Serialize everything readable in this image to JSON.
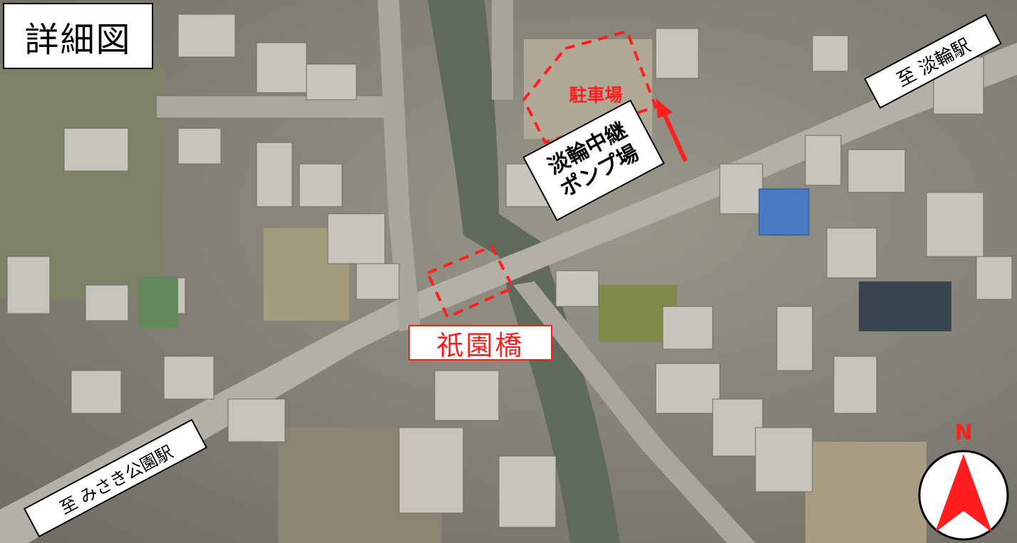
{
  "title": "詳細図",
  "direction_labels": {
    "northeast": "至 淡輪駅",
    "southwest": "至 みさき公園駅"
  },
  "facility": {
    "line1": "淡輪中継",
    "line2": "ポンプ場"
  },
  "parking": {
    "label": "駐車場"
  },
  "bridge": {
    "label": "祇園橋"
  },
  "compass": {
    "label": "N"
  },
  "colors": {
    "highlight_red": "#ff1f1f",
    "label_background": "#ffffff",
    "label_border": "#000000"
  }
}
